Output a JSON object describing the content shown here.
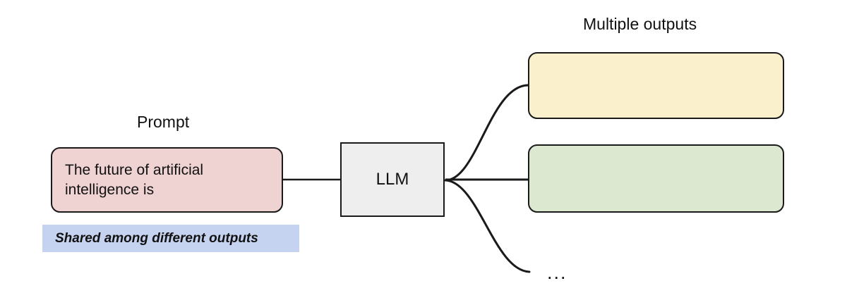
{
  "diagram": {
    "title": "LLM multiple outputs diagram",
    "background": "#ffffff",
    "stroke_color": "#1a1a1a"
  },
  "labels": {
    "prompt_caption": "Prompt",
    "outputs_caption": "Multiple outputs",
    "ellipsis": "..."
  },
  "nodes": {
    "prompt": {
      "text": "The future of artificial\nintelligence is",
      "fill": "#efd2d2",
      "shape": "rounded-rect"
    },
    "llm": {
      "text": "LLM",
      "fill": "#eeeeee",
      "shape": "rect"
    },
    "output_1": {
      "text": "",
      "fill": "#faf0cc",
      "shape": "rounded-rect"
    },
    "output_2": {
      "text": "",
      "fill": "#dce8d0",
      "shape": "rounded-rect"
    }
  },
  "annotations": {
    "shared_note": {
      "text": "Shared among different outputs",
      "fill": "#c6d3f0"
    }
  }
}
